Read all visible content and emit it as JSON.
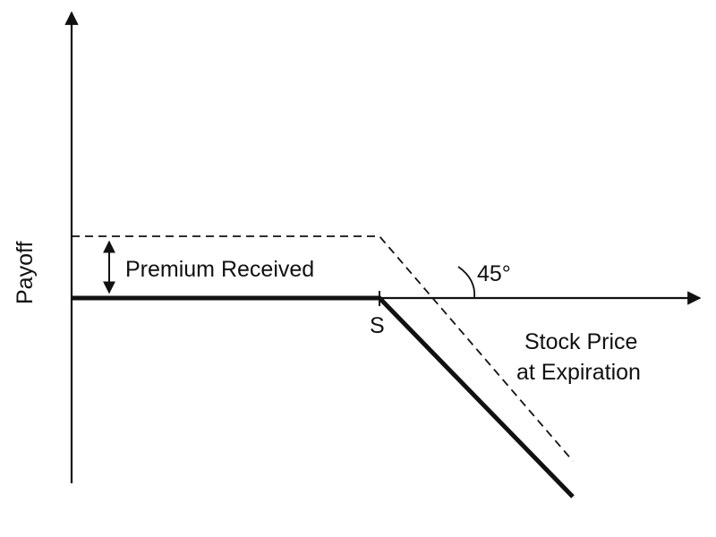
{
  "diagram": {
    "y_axis_label": "Payoff",
    "x_axis_label_line1": "Stock Price",
    "x_axis_label_line2": "at Expiration",
    "premium_label": "Premium Received",
    "strike_label": "S",
    "angle_label": "45°"
  },
  "colors": {
    "line": "#111111",
    "background": "#ffffff"
  }
}
